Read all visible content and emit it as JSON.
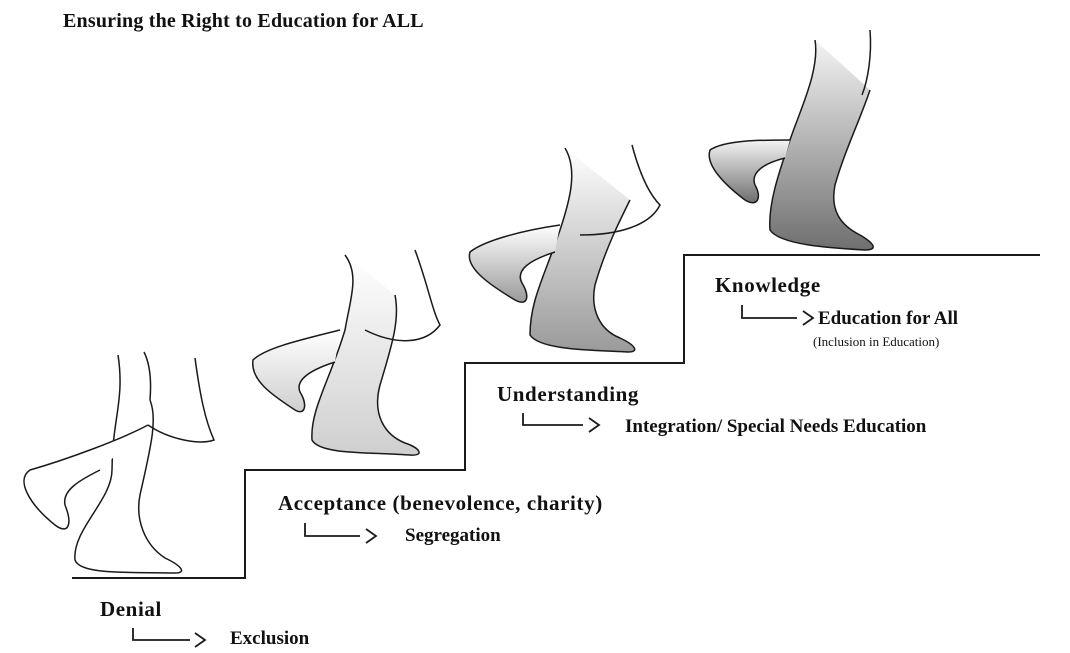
{
  "title": "Ensuring the Right to Education for ALL",
  "stages": [
    {
      "label": "Denial",
      "result": "Exclusion",
      "note": ""
    },
    {
      "label": "Acceptance (benevolence, charity)",
      "result": "Segregation",
      "note": ""
    },
    {
      "label": "Understanding",
      "result": "Integration/ Special Needs Education",
      "note": ""
    },
    {
      "label": "Knowledge",
      "result": "Education for All",
      "note": "(Inclusion in Education)"
    }
  ],
  "colors": {
    "line": "#1a1a1a",
    "shade_light": "#f0f0f0",
    "shade_mid": "#c8c8c8",
    "shade_dark": "#8a8a8a"
  }
}
